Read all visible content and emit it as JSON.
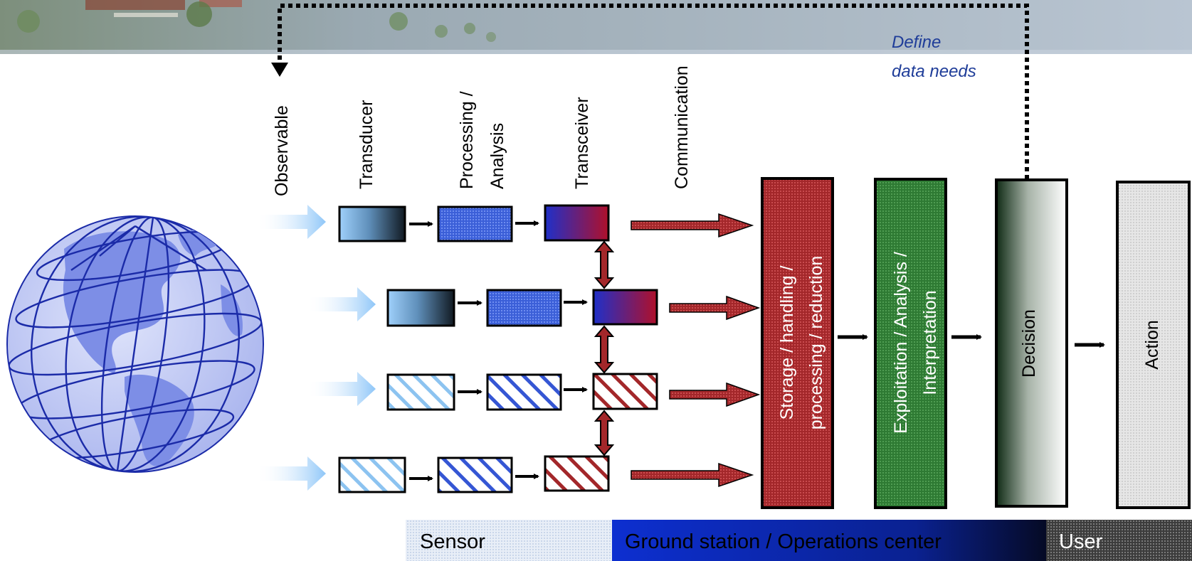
{
  "columns": {
    "observable": "Observable",
    "transducer": "Transducer",
    "processing_line1": "Processing /",
    "processing_line2": "Analysis",
    "transceiver": "Transceiver",
    "communication": "Communication"
  },
  "feedback": {
    "line1": "Define",
    "line2": "data needs"
  },
  "stages": {
    "storage_line1": "Storage / handling /",
    "storage_line2": "processing / reduction",
    "exploitation_line1": "Exploitation / Analysis /",
    "exploitation_line2": "Interpretation",
    "decision": "Decision",
    "action": "Action"
  },
  "footer": {
    "sensor": "Sensor",
    "ground": "Ground station / Operations center",
    "user": "User"
  },
  "colors": {
    "feedback_text": "#1f3d99",
    "storage": "#a3272a",
    "exploitation": "#2e7a33",
    "ground_band": "#0d2fd0",
    "sensor_band": "#dfe8f3",
    "user_band": "#555555"
  }
}
